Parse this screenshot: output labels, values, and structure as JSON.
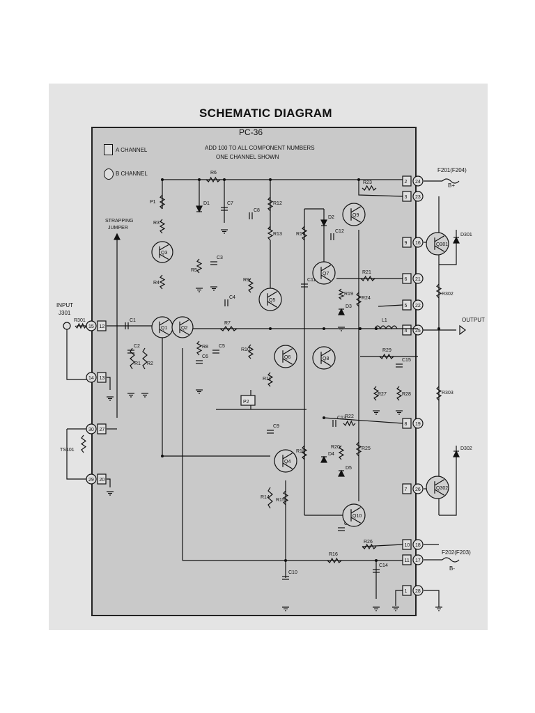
{
  "header": {
    "title": "SCHEMATIC DIAGRAM",
    "model": "PC-36",
    "note_line1": "ADD 100 TO ALL COMPONENT NUMBERS",
    "note_line2": "ONE CHANNEL SHOWN"
  },
  "legend": {
    "a_channel": "A CHANNEL",
    "b_channel": "B CHANNEL"
  },
  "annotations": {
    "strapping_line1": "STRAPPING",
    "strapping_line2": "JUMPER",
    "input_label": "INPUT",
    "input_jack": "J301",
    "output_label": "OUTPUT",
    "fuse_top": "F201(F204)",
    "b_plus": "B+",
    "fuse_bottom": "F202(F203)",
    "b_minus": "B-"
  },
  "components": {
    "transistors": [
      "Q1",
      "Q2",
      "Q3",
      "Q4",
      "Q5",
      "Q6",
      "Q7",
      "Q8",
      "Q9",
      "Q10",
      "Q301",
      "Q302"
    ],
    "resistors": [
      "R1",
      "R2",
      "R3",
      "R4",
      "R5",
      "R6",
      "R7",
      "R8",
      "R9",
      "R10",
      "R11",
      "R12",
      "R13",
      "R14",
      "R15",
      "R16",
      "R17",
      "R18",
      "R19",
      "R20",
      "R21",
      "R22",
      "R23",
      "R24",
      "R25",
      "R26",
      "R27",
      "R28",
      "R29",
      "R301",
      "R302",
      "R303"
    ],
    "capacitors": [
      "C1",
      "C2",
      "C3",
      "C4",
      "C5",
      "C6",
      "C7",
      "C8",
      "C9",
      "C10",
      "C11",
      "C12",
      "C13",
      "C14",
      "C15",
      "C16"
    ],
    "diodes": [
      "D1",
      "D2",
      "D3",
      "D4",
      "D5",
      "D301",
      "D302"
    ],
    "pots": [
      "P1",
      "P2"
    ],
    "inductor": "L1",
    "thermal_switch": "TS101"
  },
  "terminals": {
    "squares": [
      "12",
      "13",
      "27",
      "20",
      "2",
      "3",
      "9",
      "6",
      "5",
      "4",
      "8",
      "7",
      "10",
      "11",
      "1"
    ],
    "circles": [
      "15",
      "14",
      "30",
      "29",
      "24",
      "23",
      "16",
      "21",
      "22",
      "25",
      "19",
      "26",
      "18",
      "17",
      "28"
    ]
  },
  "colors": {
    "page": "#ffffff",
    "sheet": "#e4e4e4",
    "board": "#c9c9c9",
    "ink": "#111111"
  }
}
